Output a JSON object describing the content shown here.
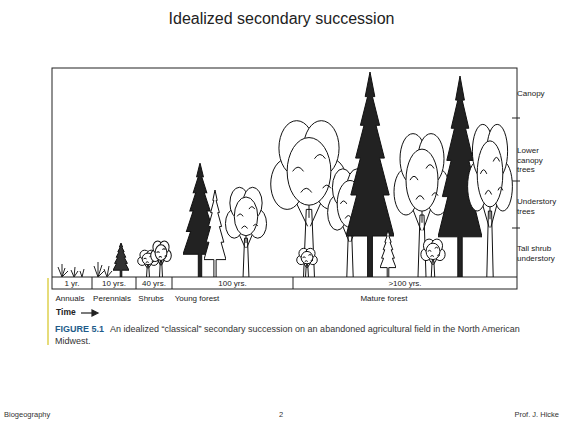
{
  "diagram": {
    "title": "Idealized secondary succession",
    "caption": "An idealized “classical” secondary succession on an abandoned agricultural field in the North American Midwest.",
    "labels": [
      "Canopy",
      "Lower canopy trees",
      "Understory trees",
      "Tall shrub understory",
      "1 yr.",
      "10 yrs.",
      "40 yrs.",
      "100 yrs.",
      ">100 yrs.",
      "Annuals",
      "Perennials",
      "Shrubs",
      "Young forest",
      "Mature forest",
      "Time",
      "FIGURE 5.1",
      "Biogeography",
      "2",
      "Prof. J. Hicke"
    ]
  }
}
